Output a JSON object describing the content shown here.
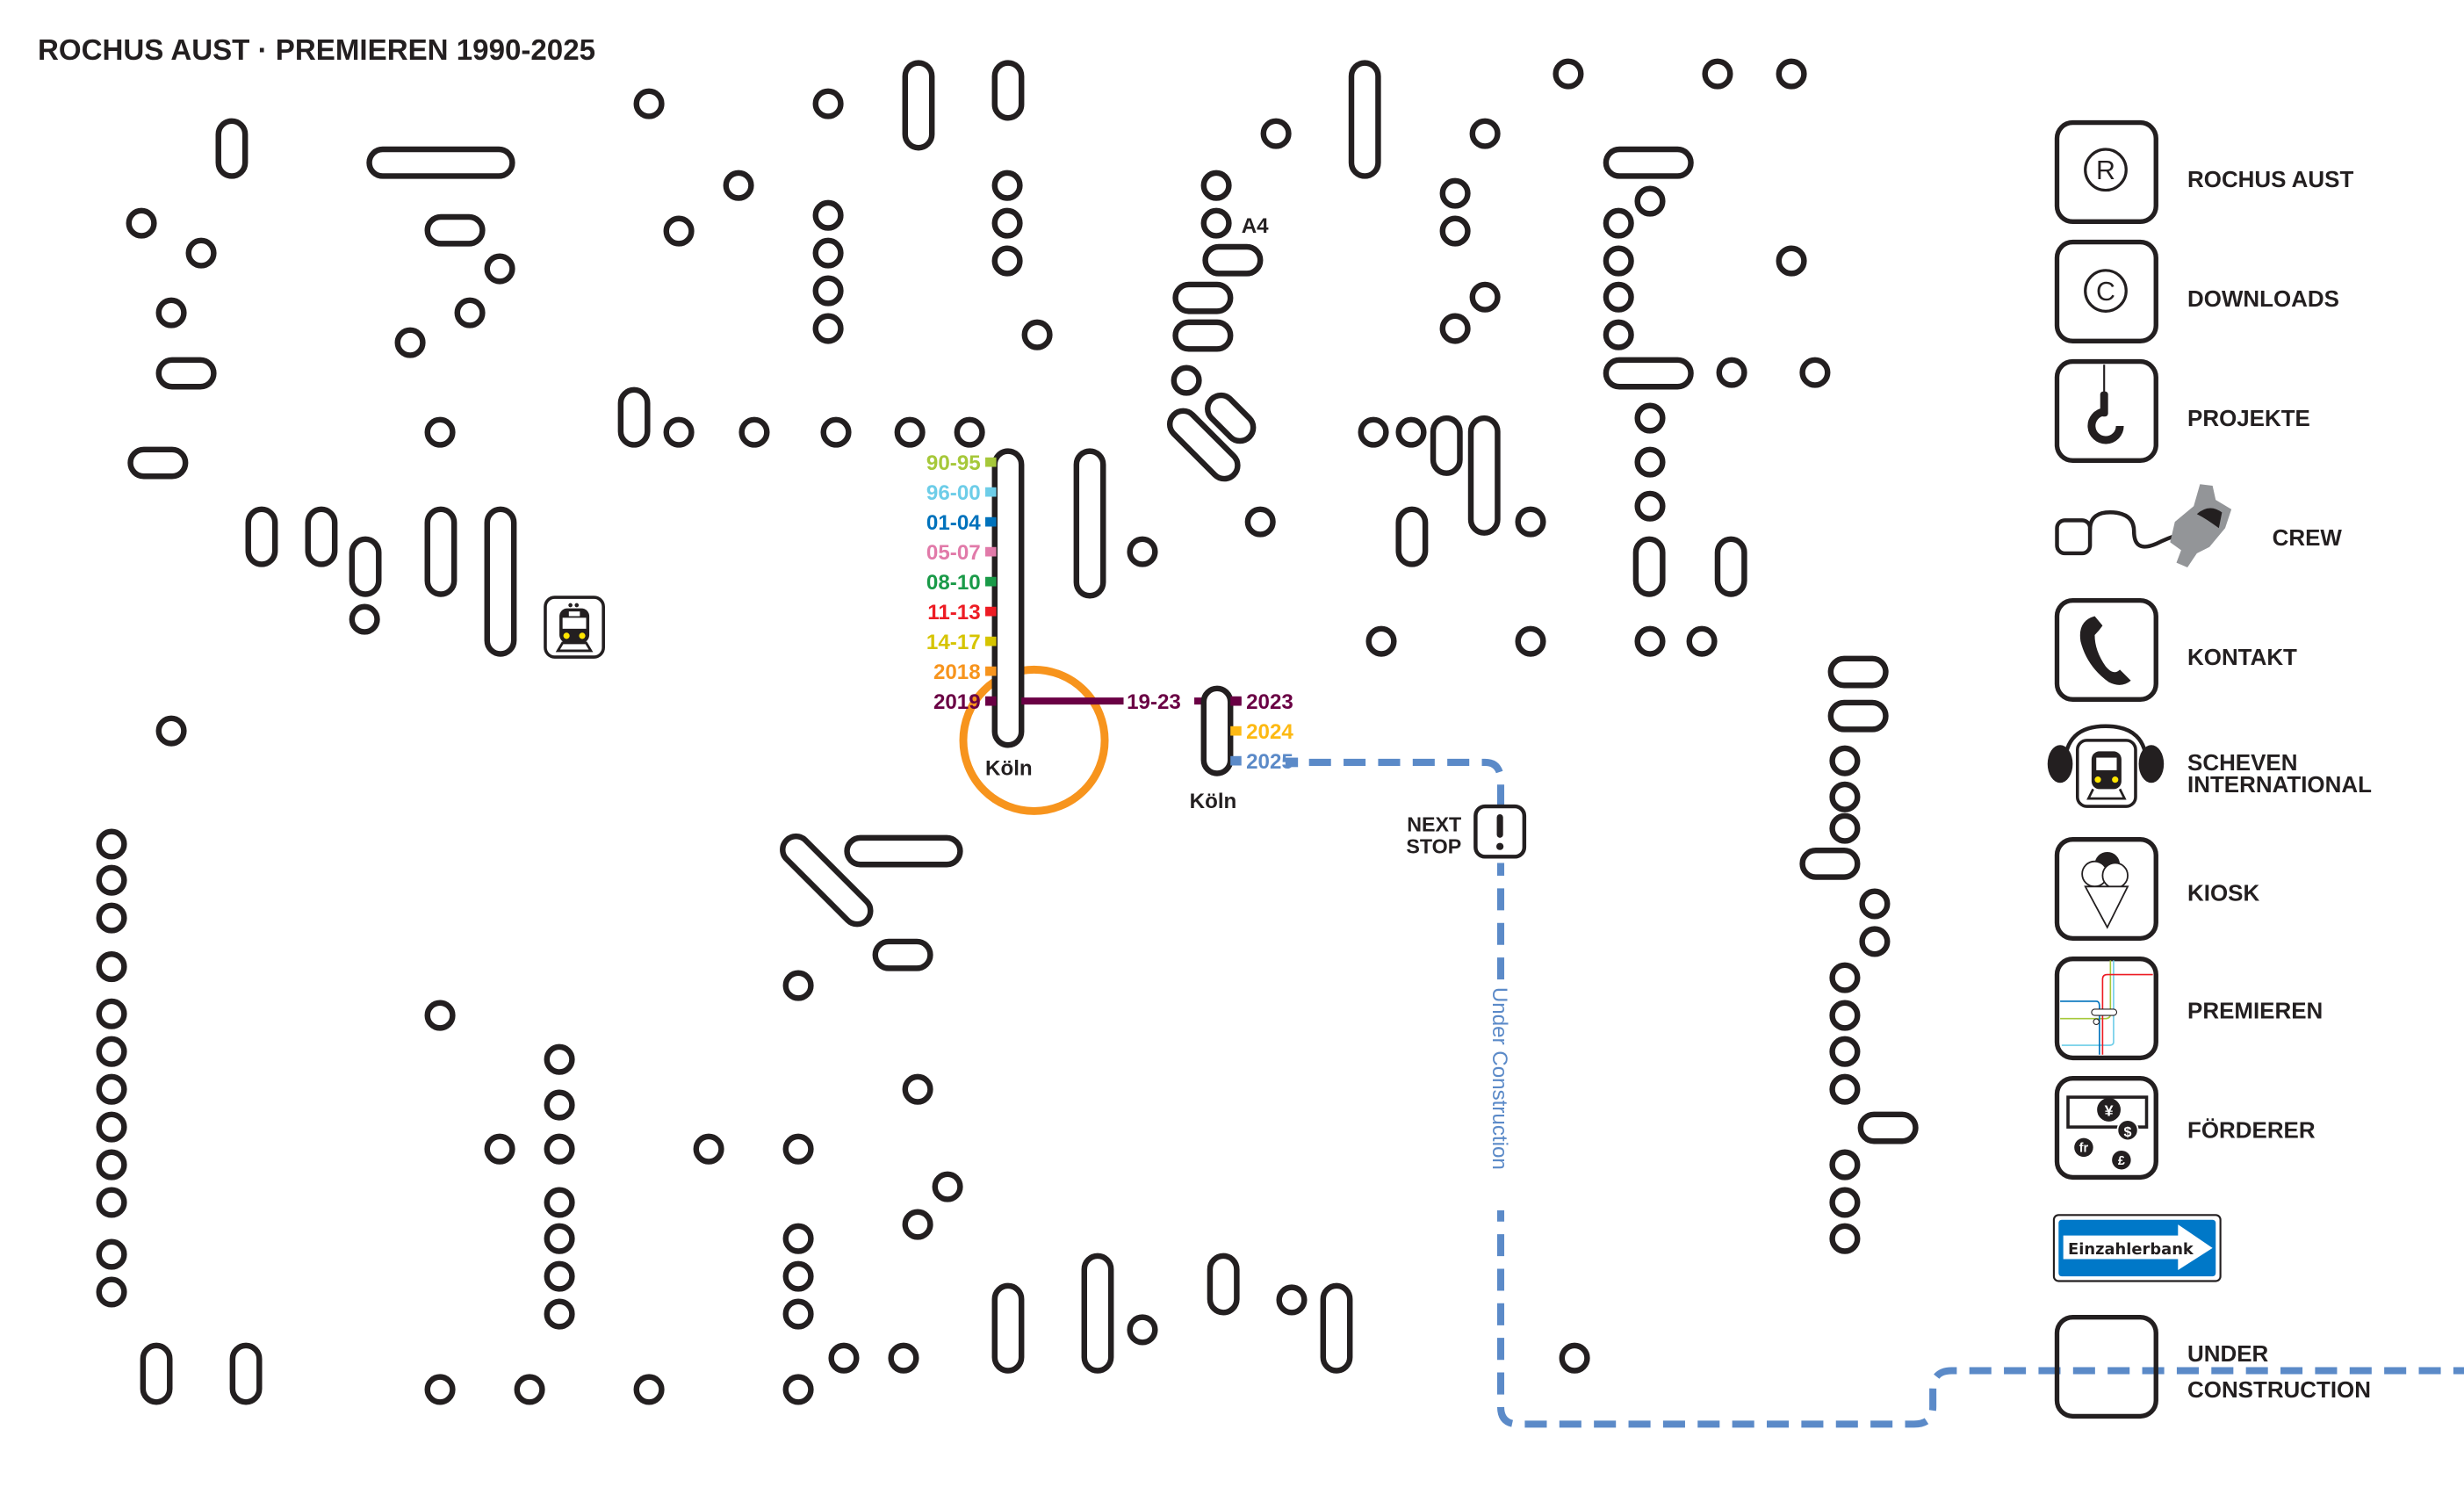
{
  "header": {
    "title": "ROCHUS AUST · PREMIEREN 1990-2025"
  },
  "map": {
    "station_label": "A4",
    "city_labels": [
      "Köln",
      "Köln"
    ],
    "timeline": [
      {
        "label": "90-95",
        "color": "#a6c83a"
      },
      {
        "label": "96-00",
        "color": "#6dcde8"
      },
      {
        "label": "01-04",
        "color": "#0072bc"
      },
      {
        "label": "05-07",
        "color": "#e17aa9"
      },
      {
        "label": "08-10",
        "color": "#1a9a48"
      },
      {
        "label": "11-13",
        "color": "#ed1c24"
      },
      {
        "label": "14-17",
        "color": "#d6c400"
      },
      {
        "label": "2018",
        "color": "#f7941d"
      },
      {
        "label": "2019",
        "color": "#6a0044"
      }
    ],
    "timeline_right": [
      {
        "label": "19-23",
        "color": "#6a0044"
      },
      {
        "label": "2023",
        "color": "#6a0044"
      },
      {
        "label": "2024",
        "color": "#fdb913"
      },
      {
        "label": "2025",
        "color": "#5b8ac8"
      }
    ],
    "next_stop": {
      "line1": "NEXT",
      "line2": "STOP",
      "icon": "exclamation-icon"
    },
    "under_construction_path_label": "Under Construction",
    "colors": {
      "stroke": "#231f20",
      "ring": "#f7941d",
      "construction": "#5b8ac8"
    }
  },
  "sidebar": {
    "items": [
      {
        "label": "ROCHUS AUST",
        "icon": "registered-icon"
      },
      {
        "label": "DOWNLOADS",
        "icon": "copyright-icon"
      },
      {
        "label": "PROJEKTE",
        "icon": "crane-hook-icon"
      },
      {
        "label": "CREW",
        "icon": "plug-cable-icon"
      },
      {
        "label": "KONTAKT",
        "icon": "telephone-icon"
      },
      {
        "label": "SCHEVEN",
        "label2": "INTERNATIONAL",
        "icon": "train-headphones-icon"
      },
      {
        "label": "KIOSK",
        "icon": "ice-cream-icon"
      },
      {
        "label": "PREMIEREN",
        "icon": "transit-map-icon"
      },
      {
        "label": "FÖRDERER",
        "icon": "currency-icon"
      },
      {
        "label": "Einzahlerbank",
        "icon": "one-way-sign-icon",
        "color": "#0078c8"
      },
      {
        "label": "UNDER",
        "label2": "CONSTRUCTION",
        "icon": "empty-box-icon"
      }
    ],
    "currency_symbols": [
      "¥",
      "$",
      "fr",
      "£"
    ]
  }
}
